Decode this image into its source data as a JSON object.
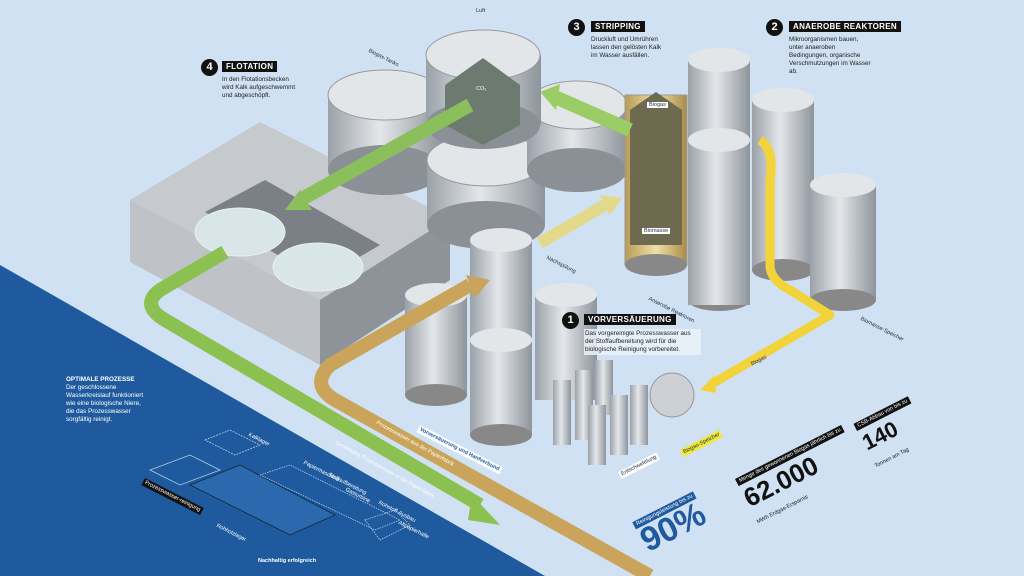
{
  "colors": {
    "background": "#cfe1f2",
    "blue_area": "#1f5a9e",
    "green": "#8cc152",
    "tan": "#c9a45a",
    "yellow": "#f2d43a",
    "percent_blue": "#1f5a9e"
  },
  "steps": [
    {
      "number": "4",
      "title": "FLOTATION",
      "text": "In den Flotationsbecken wird Kalk aufgeschwemmt und abgeschöpft."
    },
    {
      "number": "3",
      "title": "STRIPPING",
      "text": "Druckluft und Umrühren lassen den gelösten Kalk im Wasser ausfällen."
    },
    {
      "number": "2",
      "title": "ANAEROBE REAKTOREN",
      "text": "Mikroorganismen bauen, unter anaeroben Bedingungen, organische Verschmutzungen im Wasser ab."
    },
    {
      "number": "1",
      "title": "VORVERSÄUERUNG",
      "text": "Das vorgereinigte Prozesswasser aus der Stoffaufbereitung wird für die biologische Reinigung vorbereitet."
    }
  ],
  "info": {
    "title": "OPTIMALE PROZESSE",
    "text": "Der geschlossene Wasserkreislauf funktioniert wie eine biologische Niere, die das Prozesswasser sorgfältig reinigt."
  },
  "labels": {
    "luft": "Luft",
    "co2": "CO₂",
    "biogas": "Biogas",
    "biomasse": "Biomasse",
    "biogas_tanks": "Biogas-Tanks",
    "nachspuelung": "Nachspülung",
    "anaerobe_reaktoren": "Anaerobe Reaktoren",
    "biomasse_speicher": "Biomasse-Speicher",
    "biogas_arrow": "Biogas",
    "vorversaeuerung_tag": "Vorversäuerung und Hanfverbund",
    "entschwefelung": "Entschwefelung",
    "biogas_speicher": "Biogas-Speicher",
    "arrow_tan": "Prozesswasser aus der Papierfabrik",
    "arrow_green": "Gereinigtes Prozesswasser in die Papierfabrik"
  },
  "stats": [
    {
      "label": "Reinigungsleistung bis zu",
      "value": "90%"
    },
    {
      "label": "Menge des gewonnenen Biogas jährlich bis zu",
      "value": "62.000",
      "unit": "MWh Erdgas-Ersparnis"
    },
    {
      "label": "CSB-Abbau von bis zu",
      "value": "140",
      "unit": "Tonnen am Tag"
    }
  ],
  "map": {
    "title": "Nachhaltig erfolgreich",
    "labels": [
      "Kalklager",
      "Papiermaschine",
      "Stoffaufbereitung",
      "Gasturbine",
      "Rohstoff-Ausbau",
      "Altpapierhalle",
      "Rohholzlager"
    ],
    "badge": "Prozesswasser-reinigung"
  }
}
